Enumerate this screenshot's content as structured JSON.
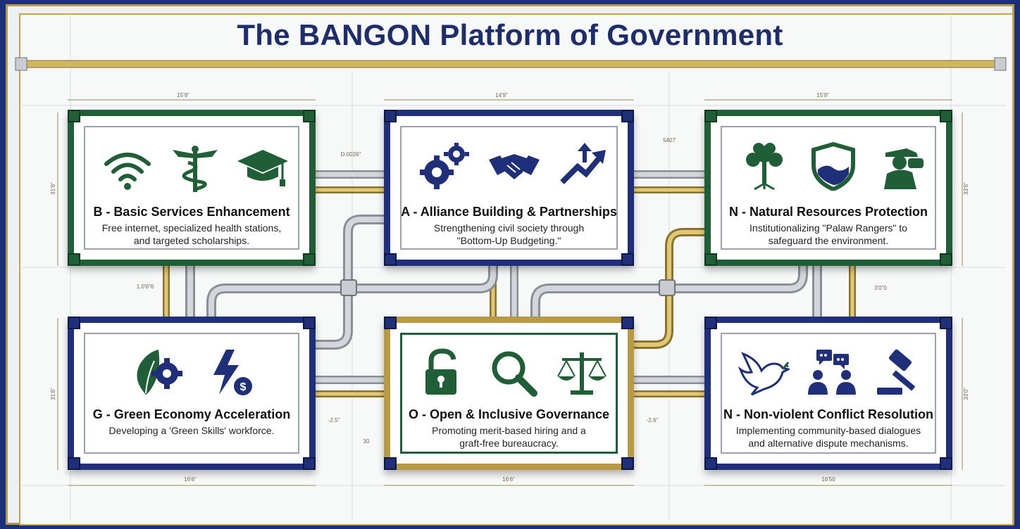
{
  "title": "The BANGON Platform of Government",
  "colors": {
    "navy": "#1f2f7a",
    "green": "#1f5e36",
    "gold": "#c2a44f",
    "steel": "#b7bcc2"
  },
  "dimensions": {
    "top_left": "15'9\"",
    "top_center": "14'9\"",
    "top_right": "15'9\"",
    "bottom_left": "16'6\"",
    "bottom_center": "16'6\"",
    "bottom_right": "16'50",
    "side_left_top": "31'6\"",
    "side_left_bottom": "31'6\"",
    "side_right_top": "33'6\"",
    "side_right_bottom": "33'0\"",
    "gap_top": "D.0026\"",
    "gap_right": "5407",
    "gap_left_mid": "1.0'6\"6",
    "gap_right_mid": "3'0\"0",
    "gap_center_low": "30",
    "gap_left_low": "-2.5\"",
    "gap_right_low": "-2.6\""
  },
  "panels": [
    {
      "id": "b",
      "heading": "B - Basic Services Enhancement",
      "description_line1": "Free internet, specialized health stations,",
      "description_line2": "and targeted scholarships.",
      "border_color": "green",
      "icons": [
        "wifi-icon",
        "caduceus-icon",
        "graduation-cap-icon"
      ]
    },
    {
      "id": "a",
      "heading": "A - Alliance Building & Partnerships",
      "description_line1": "Strengthening civil society through",
      "description_line2": "\"Bottom-Up Budgeting.\"",
      "border_color": "navy",
      "icons": [
        "gears-icon",
        "handshake-icon",
        "growth-arrow-icon"
      ]
    },
    {
      "id": "n1",
      "heading": "N - Natural Resources Protection",
      "description_line1": "Institutionalizing \"Palaw Rangers\" to",
      "description_line2": "safeguard the environment.",
      "border_color": "green",
      "icons": [
        "tree-icon",
        "shield-water-icon",
        "ranger-binoculars-icon"
      ]
    },
    {
      "id": "g",
      "heading": "G - Green Economy Acceleration",
      "description_line1": "Developing a 'Green Skills' workforce.",
      "description_line2": "",
      "border_color": "navy",
      "icons": [
        "leaf-gear-icon",
        "energy-dollar-icon"
      ]
    },
    {
      "id": "o",
      "heading": "O - Open & Inclusive Governance",
      "description_line1": "Promoting merit-based hiring and a",
      "description_line2": "graft-free bureaucracy.",
      "border_color": "green",
      "icons": [
        "open-padlock-icon",
        "magnifier-icon",
        "scales-icon"
      ]
    },
    {
      "id": "n2",
      "heading": "N - Non-violent Conflict Resolution",
      "description_line1": "Implementing community-based dialogues",
      "description_line2": "and alternative dispute mechanisms.",
      "border_color": "navy",
      "icons": [
        "dove-icon",
        "dialogue-people-icon",
        "gavel-icon"
      ]
    }
  ]
}
